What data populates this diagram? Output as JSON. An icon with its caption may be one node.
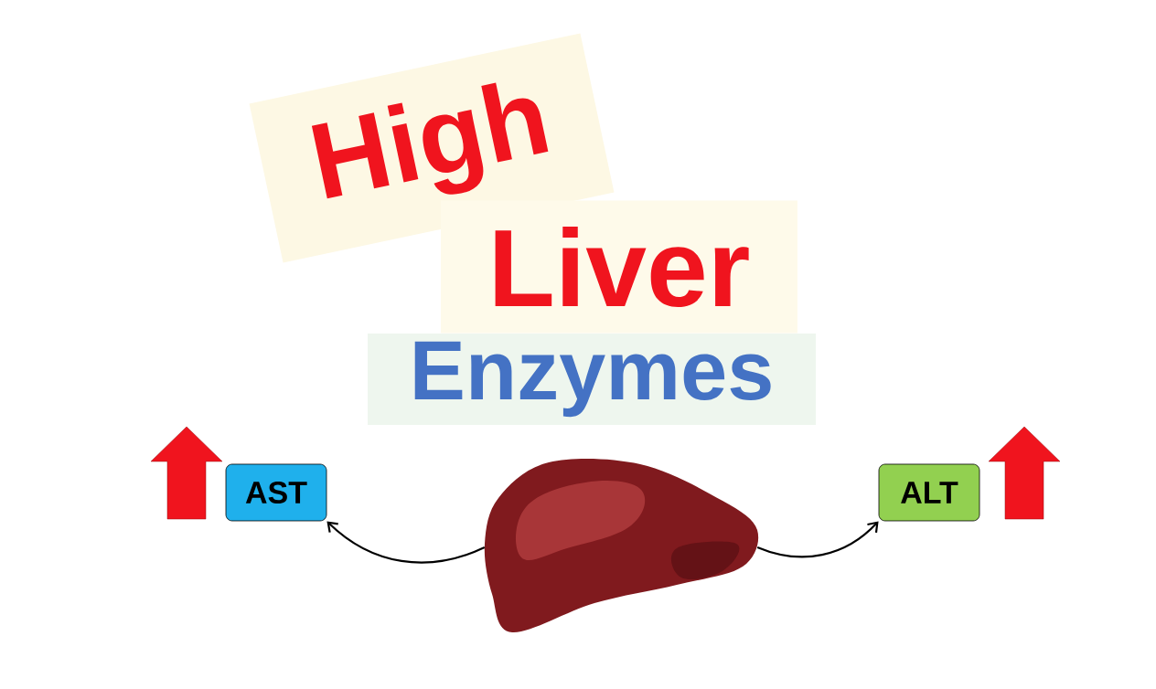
{
  "diagram": {
    "nodes": [
      {
        "text": [
          "High"
        ]
      },
      {
        "text": [
          "Liver"
        ]
      },
      {
        "text": [
          "Enzymes"
        ]
      },
      {
        "text": [
          "AST"
        ]
      },
      {
        "text": [],
        "shape": "picture"
      },
      {
        "text": [
          "ALT"
        ]
      }
    ],
    "edges": [
      {
        "from": 4,
        "to": 3,
        "arrow": "to"
      },
      {
        "from": 4,
        "to": 5,
        "arrow": "to"
      }
    ]
  }
}
